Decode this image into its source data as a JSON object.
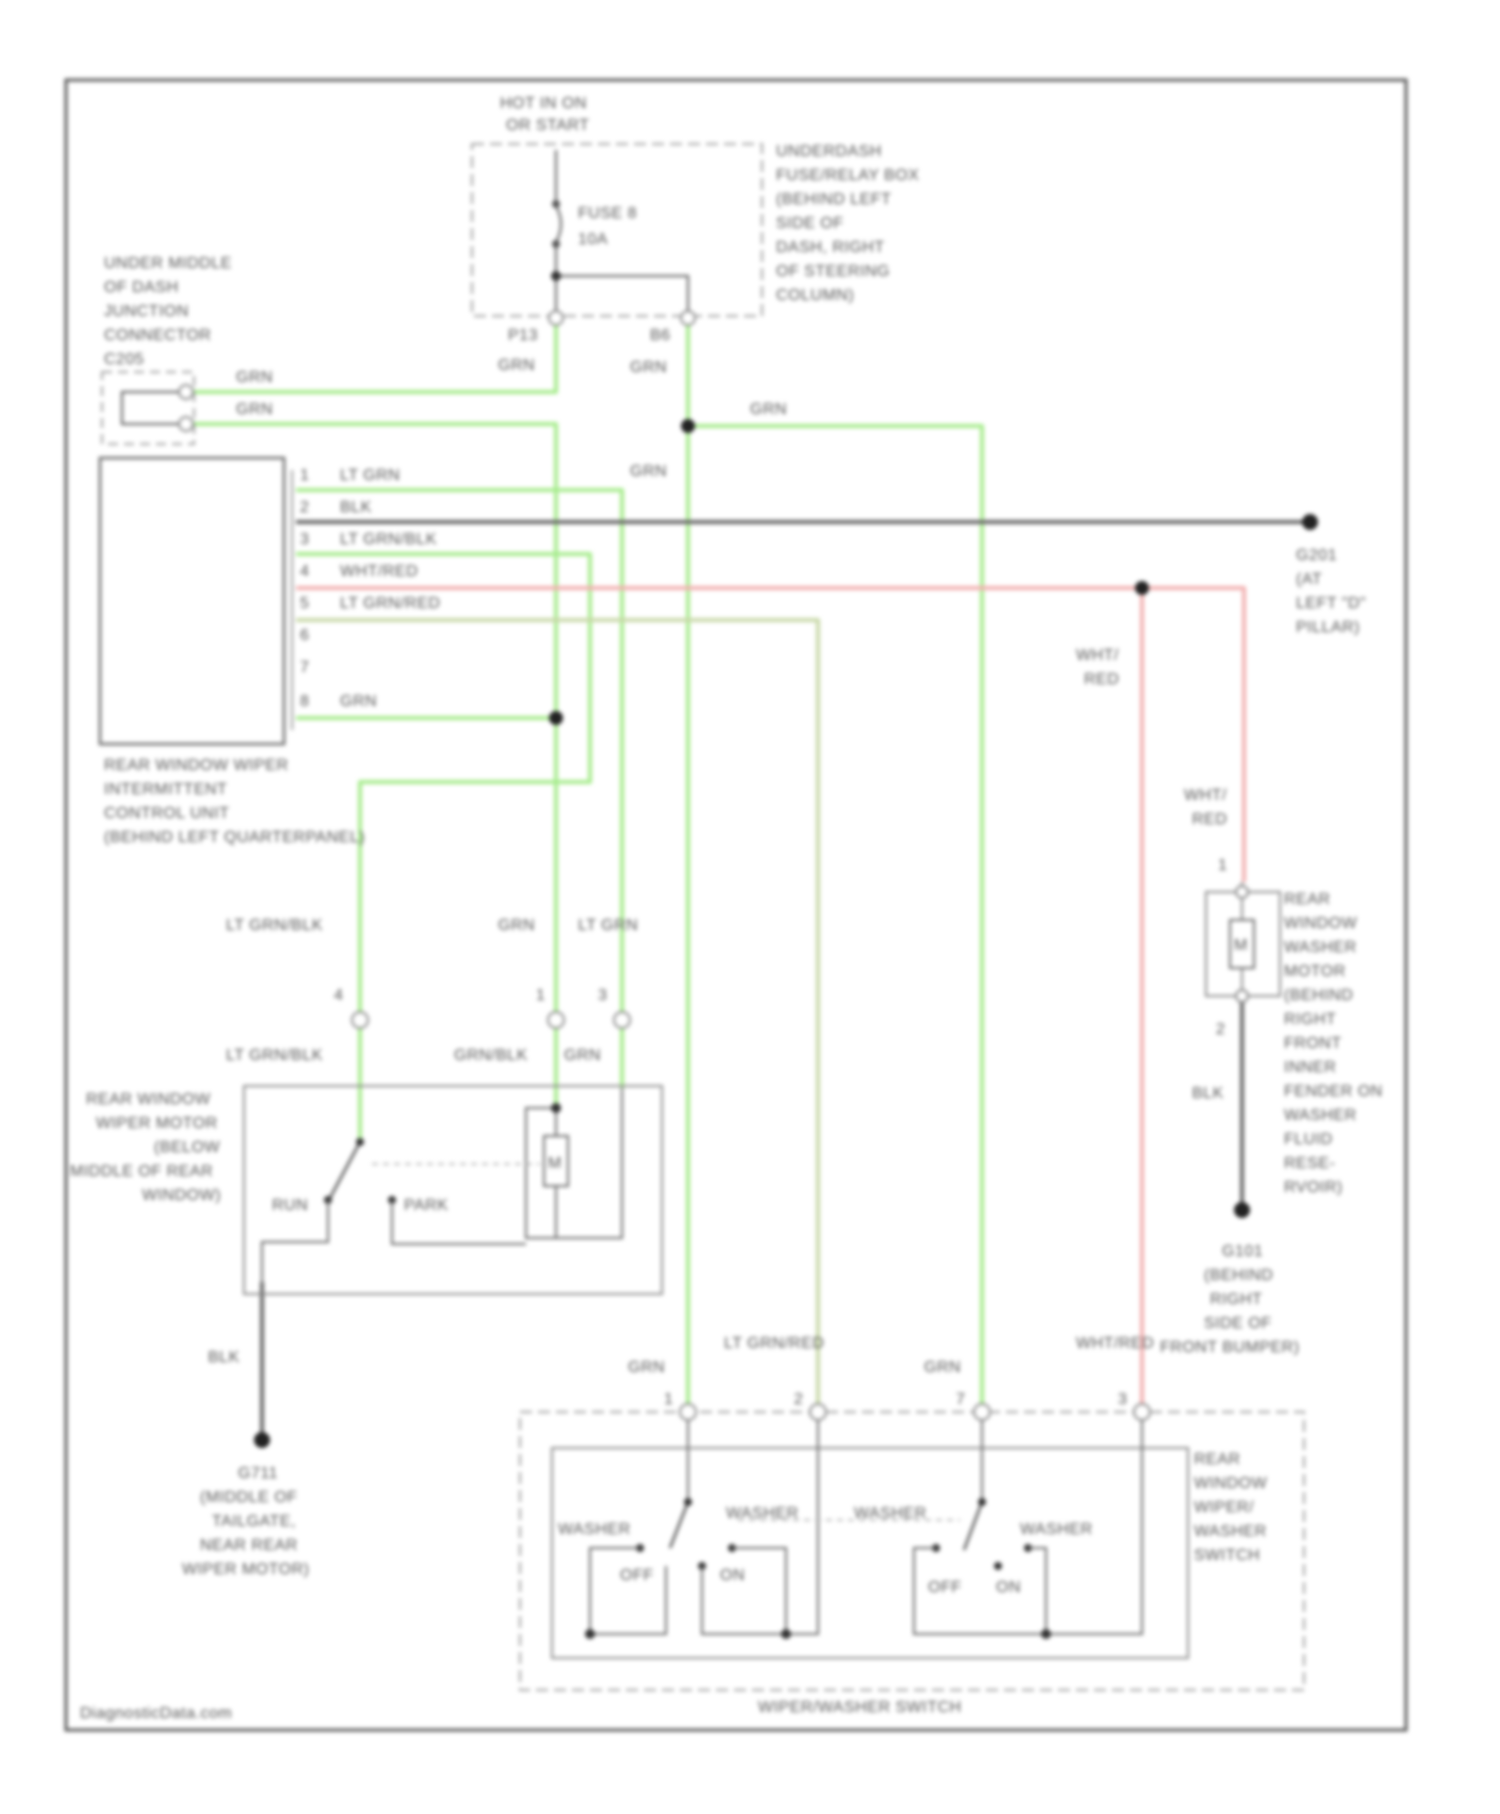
{
  "watermark": "DiagnosticData.com",
  "colors": {
    "grn": "#a6ec8c",
    "ltgrn_red": "#c8d8a8",
    "wht_red": "#f2b0b0",
    "blk": "#666666",
    "outline": "#555555",
    "dashed": "#a0a0a0"
  },
  "hot_source": {
    "line1": "HOT IN ON",
    "line2": "OR START"
  },
  "fuse_box": {
    "label": [
      "UNDERDASH",
      "FUSE/RELAY BOX",
      "(BEHIND LEFT",
      "SIDE OF",
      "DASH, RIGHT",
      "OF STEERING",
      "COLUMN)"
    ],
    "fuse_label": "FUSE 8",
    "fuse_rating": "10A",
    "pin_left": "P13",
    "pin_right": "B6",
    "wire_left": "GRN",
    "wire_right": "GRN"
  },
  "junction": {
    "label": [
      "UNDER MIDDLE",
      "OF DASH",
      "JUNCTION",
      "CONNECTOR",
      "C205"
    ],
    "wire_top": "GRN",
    "wire_bottom": "GRN"
  },
  "splice_wire": "GRN",
  "center_wire": "GRN",
  "control_unit": {
    "label": [
      "REAR WINDOW WIPER",
      "INTERMITTENT",
      "CONTROL UNIT",
      "(BEHIND LEFT QUARTERPANEL)"
    ],
    "pins": [
      {
        "num": "1",
        "wire": "LT GRN"
      },
      {
        "num": "2",
        "wire": "BLK"
      },
      {
        "num": "3",
        "wire": "LT GRN/BLK"
      },
      {
        "num": "4",
        "wire": "WHT/RED"
      },
      {
        "num": "5",
        "wire": "LT GRN/RED"
      },
      {
        "num": "6",
        "wire": ""
      },
      {
        "num": "7",
        "wire": ""
      },
      {
        "num": "8",
        "wire": "GRN"
      }
    ]
  },
  "ground_g201": [
    "G201",
    "(AT",
    "LEFT \"D\"",
    "PILLAR)"
  ],
  "wht_red_labels": [
    "WHT/",
    "RED"
  ],
  "washer_motor": {
    "label": [
      "REAR",
      "WINDOW",
      "WASHER",
      "MOTOR",
      "(BEHIND",
      "RIGHT",
      "FRONT",
      "INNER",
      "FENDER ON",
      "WASHER",
      "FLUID",
      "RESE-",
      "RVOIR)"
    ],
    "pin_top": "1",
    "pin_bottom": "2",
    "wire_bottom": "BLK",
    "symbol": "M"
  },
  "ground_g101": [
    "G101",
    "(BEHIND",
    "RIGHT",
    "SIDE OF",
    "FRONT BUMPER)"
  ],
  "wiper_motor_connector": {
    "pins": [
      {
        "num": "4",
        "wire_above": "LT GRN/BLK",
        "wire_below": "LT GRN/BLK"
      },
      {
        "num": "1",
        "wire_above": "GRN",
        "wire_below": "GRN/BLK"
      },
      {
        "num": "3",
        "wire_above": "LT GRN",
        "wire_below": "GRN"
      }
    ]
  },
  "wiper_motor": {
    "label": [
      "REAR WINDOW",
      "WIPER MOTOR",
      "(BELOW",
      "MIDDLE OF REAR",
      "WINDOW)"
    ],
    "run": "RUN",
    "park": "PARK",
    "symbol": "M",
    "ground_wire": "BLK"
  },
  "ground_g711": [
    "G711",
    "(MIDDLE OF",
    "TAILGATE,",
    "NEAR REAR",
    "WIPER MOTOR)"
  ],
  "switch_pins": [
    {
      "num": "1",
      "wire": "GRN"
    },
    {
      "num": "2",
      "wire": "LT GRN/RED"
    },
    {
      "num": "7",
      "wire": "GRN"
    },
    {
      "num": "3",
      "wire": "WHT/RED"
    }
  ],
  "switch": {
    "label": [
      "REAR",
      "WINDOW",
      "WIPER/",
      "WASHER",
      "SWITCH"
    ],
    "left_washer_a": "WASHER",
    "left_washer_b": "WASHER",
    "right_washer_a": "WASHER",
    "right_washer_b": "WASHER",
    "off_left": "OFF",
    "on_left": "ON",
    "off_right": "OFF",
    "on_right": "ON",
    "caption": "WIPER/WASHER SWITCH"
  }
}
